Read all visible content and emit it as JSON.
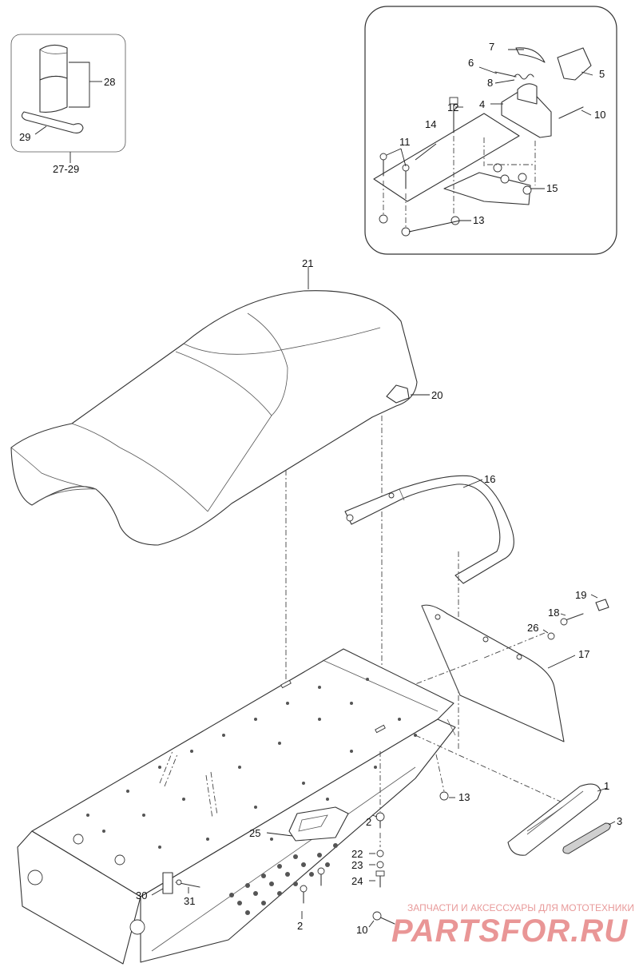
{
  "callouts": {
    "c1": "1",
    "c2a": "2",
    "c2b": "2",
    "c3": "3",
    "c4": "4",
    "c5": "5",
    "c6": "6",
    "c7": "7",
    "c8": "8",
    "c10a": "10",
    "c10b": "10",
    "c11": "11",
    "c12": "12",
    "c13a": "13",
    "c13b": "13",
    "c14": "14",
    "c15": "15",
    "c16": "16",
    "c17": "17",
    "c18": "18",
    "c19": "19",
    "c20": "20",
    "c21": "21",
    "c22": "22",
    "c23": "23",
    "c24": "24",
    "c25": "25",
    "c26": "26",
    "c27_29": "27-29",
    "c28": "28",
    "c29": "29",
    "c30": "30",
    "c31": "31"
  },
  "watermark": {
    "caption": "ЗАПЧАСТИ И АКСЕССУАРЫ ДЛЯ МОТОТЕХНИКИ",
    "brand": "PARTSFOR.RU"
  }
}
